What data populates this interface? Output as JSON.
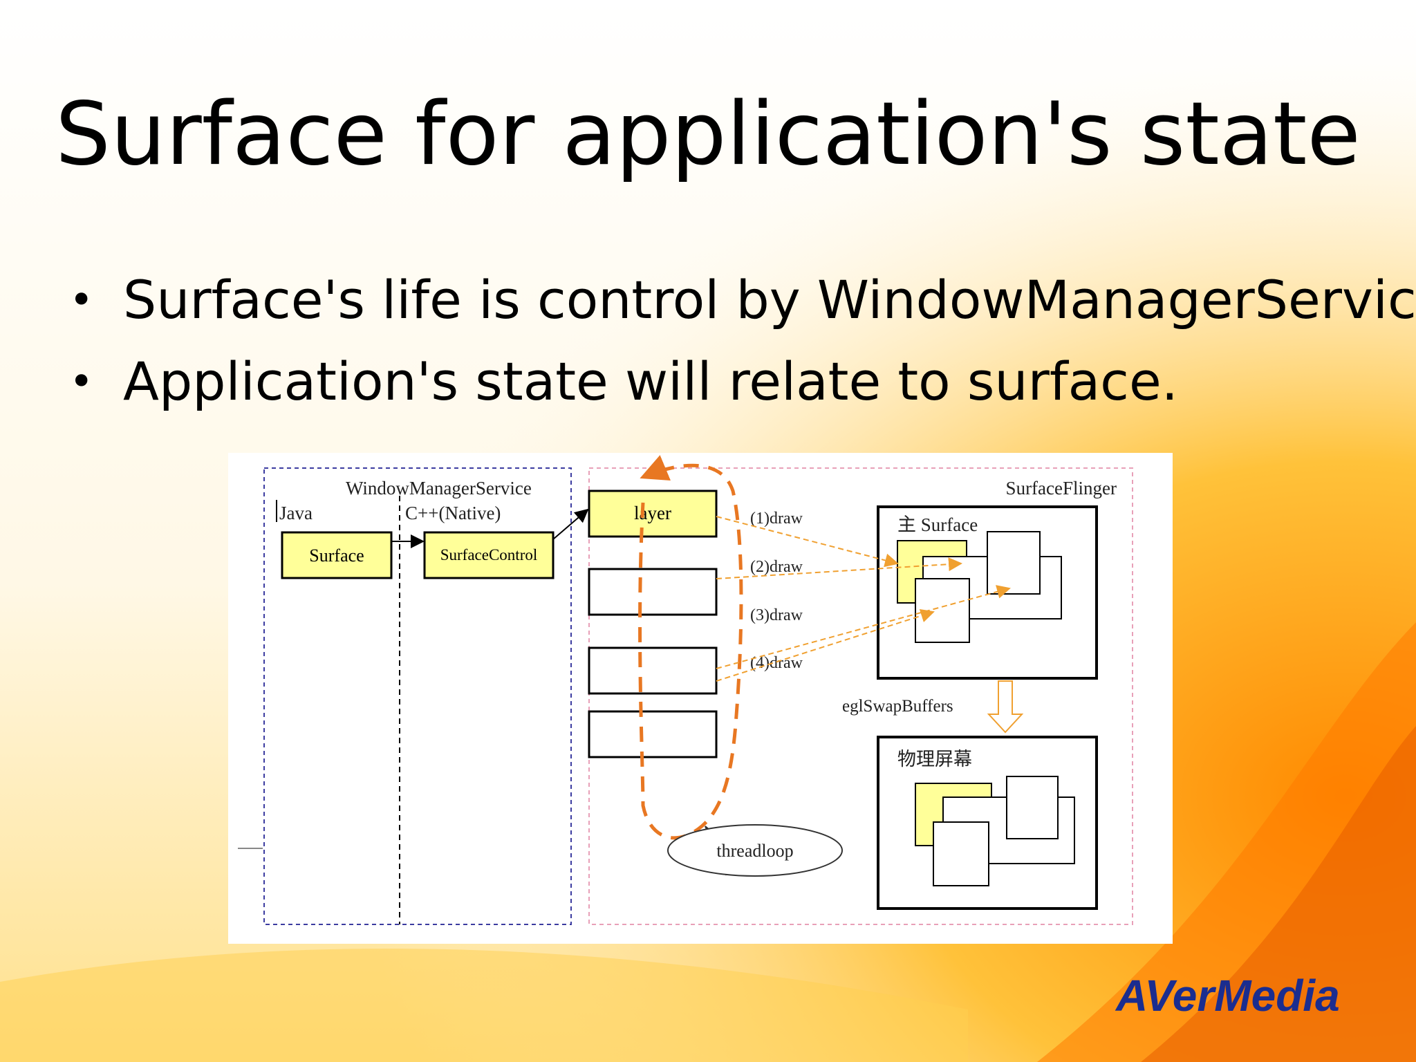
{
  "slide": {
    "title": "Surface for application's state",
    "bullets": [
      "Surface's life is control by WindowManagerService.",
      "Application's state will relate to surface."
    ]
  },
  "diagram": {
    "wms_label": "WindowManagerService",
    "java_label": "Java",
    "native_label": "C++(Native)",
    "surface_box": "Surface",
    "surfacecontrol_box": "SurfaceControl",
    "layer_box": "layer",
    "draw_labels": [
      "(1)draw",
      "(2)draw",
      "(3)draw",
      "(4)draw"
    ],
    "surfaceflinger_label": "SurfaceFlinger",
    "main_surface_label": "主 Surface",
    "egl_label": "eglSwapBuffers",
    "screen_label": "物理屏幕",
    "threadloop_label": "threadloop",
    "colors": {
      "yellow_box": "#ffff99",
      "orange_loop": "#e87722",
      "wms_border": "#3b3ba0",
      "sf_border": "#e8a0b8"
    }
  },
  "logo": {
    "text": "AVerMedia",
    "color": "#1b2d8f"
  }
}
